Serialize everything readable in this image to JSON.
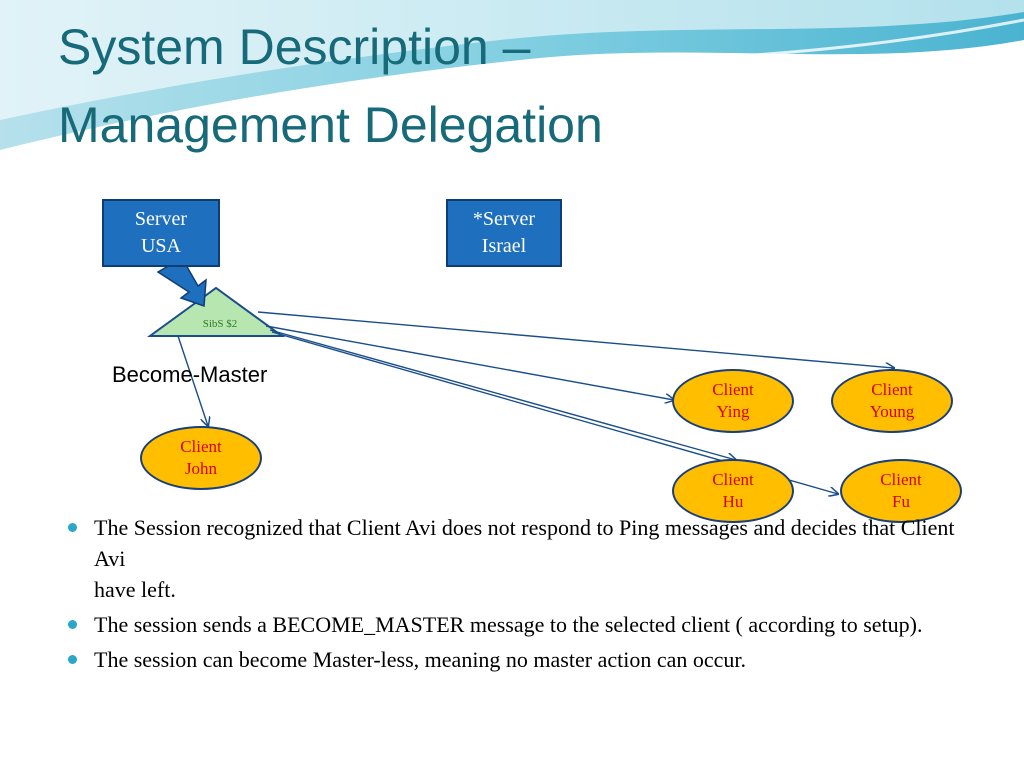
{
  "title": {
    "line1": "System Description –",
    "line2": "Management Delegation"
  },
  "diagram": {
    "server_usa": {
      "line1": "Server",
      "line2": "USA"
    },
    "server_israel": {
      "line1": "*Server",
      "line2": "Israel"
    },
    "sibs_label": "SibS $2",
    "become_master_label": "Become-Master",
    "clients": {
      "john": {
        "line1": "Client",
        "line2": "John"
      },
      "ying": {
        "line1": "Client",
        "line2": "Ying"
      },
      "young": {
        "line1": "Client",
        "line2": "Young"
      },
      "hu": {
        "line1": "Client",
        "line2": "Hu"
      },
      "fu": {
        "line1": "Client",
        "line2": "Fu"
      }
    }
  },
  "bullets": [
    {
      "text": "The Session recognized that Client Avi does not respond to Ping messages and decides that Client Avi\nhave left."
    },
    {
      "text": "The session sends a BECOME_MASTER message to the selected client ( according to setup)."
    },
    {
      "text": "The session can become Master-less, meaning no master action can occur."
    }
  ],
  "colors": {
    "title": "#176a7a",
    "server_fill": "#1f6fbf",
    "client_fill": "#ffbf00",
    "client_text": "#d60000",
    "sibs_fill": "#b8e6b0",
    "bullet": "#2aa6c8",
    "arrow": "#1a4e8a"
  }
}
